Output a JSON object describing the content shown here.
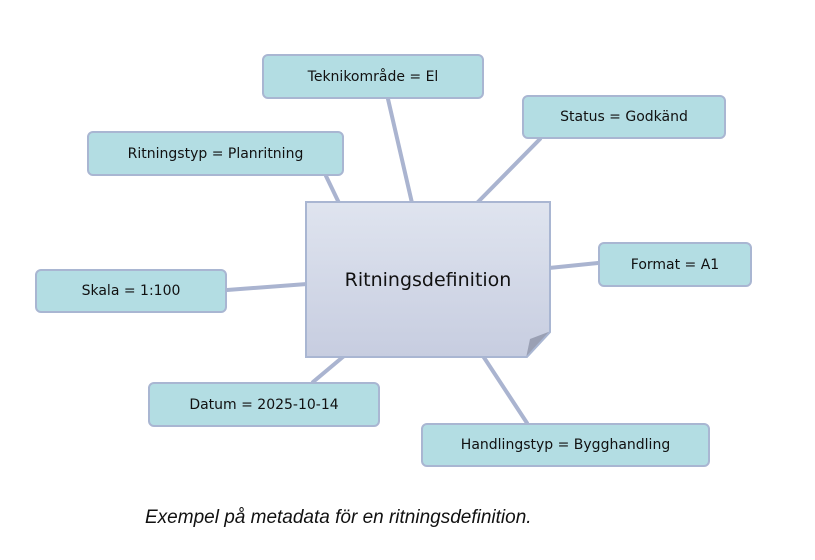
{
  "center": {
    "label": "Ritningsdefinition"
  },
  "nodes": {
    "teknikomrade": "Teknikområde = El",
    "status": "Status = Godkänd",
    "ritningstyp": "Ritningstyp = Planritning",
    "format": "Format = A1",
    "skala": "Skala = 1:100",
    "datum": "Datum = 2025-10-14",
    "handlingstyp": "Handlingstyp = Bygghandling"
  },
  "caption": "Exempel på metadata för en ritningsdefinition.",
  "colors": {
    "node_fill": "#b3dde3",
    "border": "#a9b6d2",
    "connector": "#aab4d0"
  }
}
